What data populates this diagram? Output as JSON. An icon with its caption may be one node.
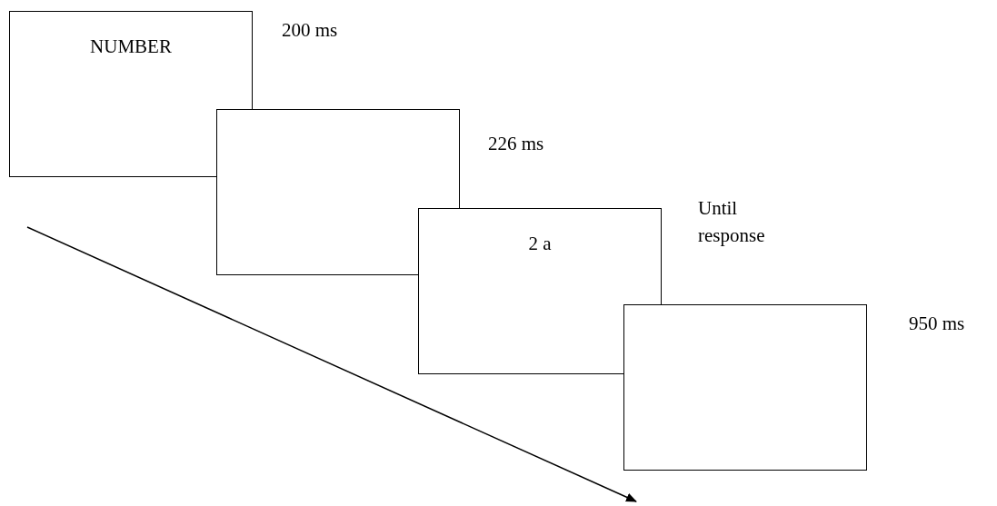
{
  "diagram": {
    "nodes": [
      {
        "text": [
          "NUMBER"
        ],
        "beside": [
          "200 ms"
        ]
      },
      {
        "text": [],
        "shape": "box",
        "beside": [
          "226 ms"
        ]
      },
      {
        "text": [
          "2 a"
        ],
        "beside": [
          "Until response"
        ]
      },
      {
        "text": [],
        "shape": "box",
        "beside": [
          "950 ms"
        ]
      }
    ],
    "edges": []
  }
}
